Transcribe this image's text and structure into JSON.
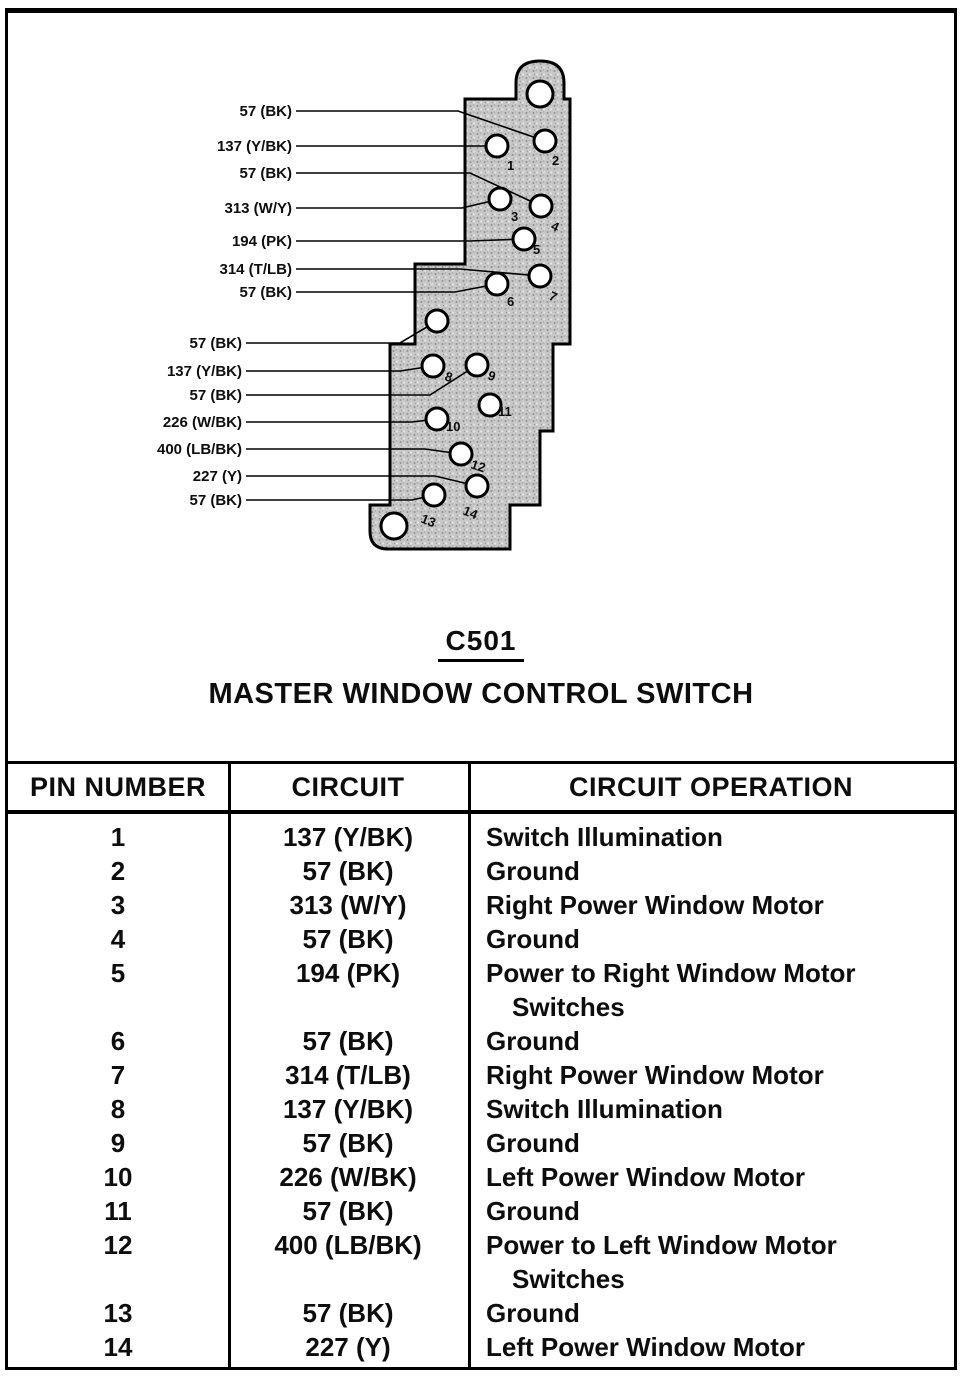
{
  "page": {
    "connector_id": "C501",
    "connector_title": "MASTER WINDOW CONTROL SWITCH"
  },
  "diagram": {
    "wire_labels": [
      {
        "text": "57 (BK)"
      },
      {
        "text": "137 (Y/BK)"
      },
      {
        "text": "57 (BK)"
      },
      {
        "text": "313 (W/Y)"
      },
      {
        "text": "194 (PK)"
      },
      {
        "text": "314 (T/LB)"
      },
      {
        "text": "57 (BK)"
      },
      {
        "text": "57 (BK)"
      },
      {
        "text": "137 (Y/BK)"
      },
      {
        "text": "57 (BK)"
      },
      {
        "text": "226 (W/BK)"
      },
      {
        "text": "400 (LB/BK)"
      },
      {
        "text": "227 (Y)"
      },
      {
        "text": "57 (BK)"
      }
    ],
    "pin_numbers": [
      "1",
      "2",
      "3",
      "4",
      "5",
      "6",
      "7",
      "8",
      "9",
      "10",
      "11",
      "12",
      "13",
      "14"
    ]
  },
  "table": {
    "headers": [
      "PIN NUMBER",
      "CIRCUIT",
      "CIRCUIT OPERATION"
    ],
    "rows": [
      {
        "pin": "1",
        "circuit": "137 (Y/BK)",
        "operation": [
          "Switch Illumination"
        ]
      },
      {
        "pin": "2",
        "circuit": "57 (BK)",
        "operation": [
          "Ground"
        ]
      },
      {
        "pin": "3",
        "circuit": "313 (W/Y)",
        "operation": [
          "Right Power Window Motor"
        ]
      },
      {
        "pin": "4",
        "circuit": "57 (BK)",
        "operation": [
          "Ground"
        ]
      },
      {
        "pin": "5",
        "circuit": "194 (PK)",
        "operation": [
          "Power to Right Window Motor",
          "Switches"
        ]
      },
      {
        "pin": "6",
        "circuit": "57 (BK)",
        "operation": [
          "Ground"
        ]
      },
      {
        "pin": "7",
        "circuit": "314 (T/LB)",
        "operation": [
          "Right Power Window Motor"
        ]
      },
      {
        "pin": "8",
        "circuit": "137 (Y/BK)",
        "operation": [
          "Switch Illumination"
        ]
      },
      {
        "pin": "9",
        "circuit": "57 (BK)",
        "operation": [
          "Ground"
        ]
      },
      {
        "pin": "10",
        "circuit": "226 (W/BK)",
        "operation": [
          "Left Power Window Motor"
        ]
      },
      {
        "pin": "11",
        "circuit": "57 (BK)",
        "operation": [
          "Ground"
        ]
      },
      {
        "pin": "12",
        "circuit": "400 (LB/BK)",
        "operation": [
          "Power to Left Window Motor",
          "Switches"
        ]
      },
      {
        "pin": "13",
        "circuit": "57 (BK)",
        "operation": [
          "Ground"
        ]
      },
      {
        "pin": "14",
        "circuit": "227 (Y)",
        "operation": [
          "Left Power Window Motor"
        ]
      }
    ]
  }
}
